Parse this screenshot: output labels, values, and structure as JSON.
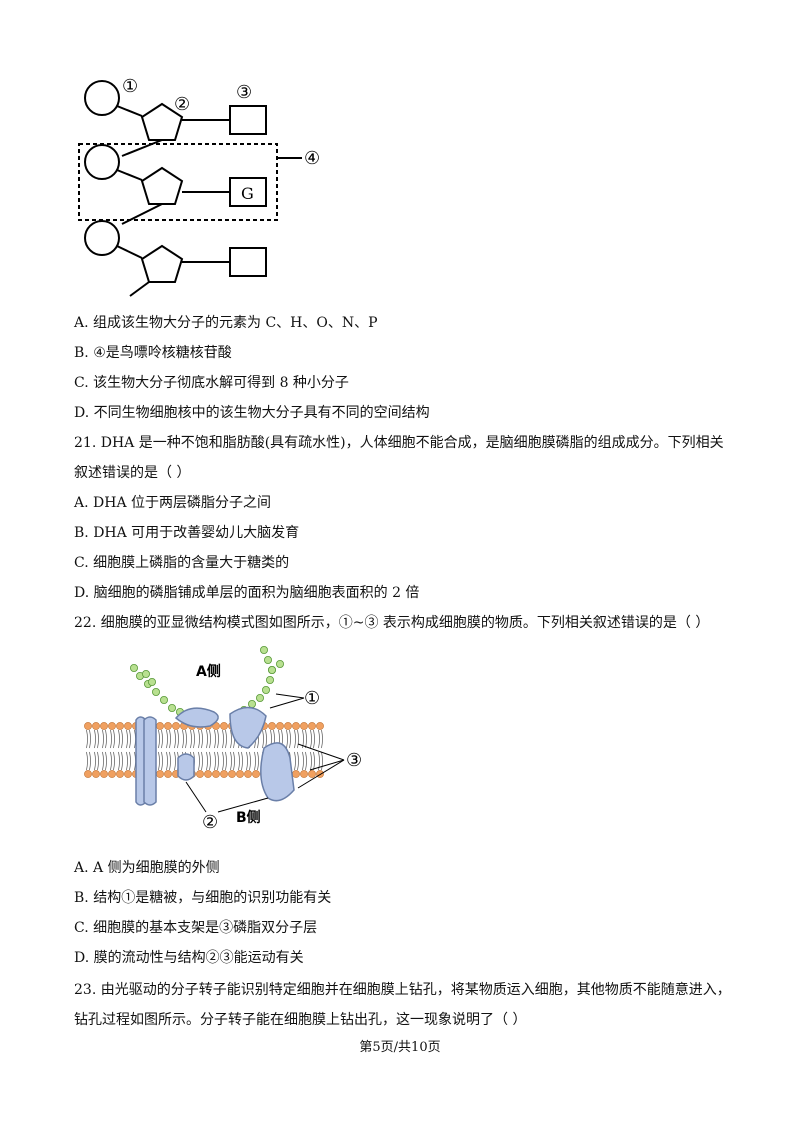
{
  "figure1": {
    "labels": {
      "l1": "①",
      "l2": "②",
      "l3": "③",
      "l4": "④",
      "base": "G"
    }
  },
  "q20_options": [
    "A.  组成该生物大分子的元素为 C、H、O、N、P",
    "B.  ④是鸟嘌呤核糖核苷酸",
    "C.  该生物大分子彻底水解可得到 8 种小分子",
    "D.  不同生物细胞核中的该生物大分子具有不同的空间结构"
  ],
  "q21": {
    "stem_line1": "21.  DHA 是一种不饱和脂肪酸(具有疏水性)，人体细胞不能合成，是脑细胞膜磷脂的组成成分。下列相关",
    "stem_line2": "叙述错误的是（        ）",
    "options": [
      "A.  DHA 位于两层磷脂分子之间",
      "B.  DHA 可用于改善婴幼儿大脑发育",
      "C.  细胞膜上磷脂的含量大于糖类的",
      "D.  脑细胞的磷脂铺成单层的面积为脑细胞表面积的 2 倍"
    ]
  },
  "q22": {
    "stem": "22.  细胞膜的亚显微结构模式图如图所示，①~③ 表示构成细胞膜的物质。下列相关叙述错误的是（        ）",
    "figure": {
      "side_a": "A侧",
      "side_b": "B侧",
      "l1": "①",
      "l2": "②",
      "l3": "③"
    },
    "options": [
      "A.  A 侧为细胞膜的外侧",
      "B.  结构①是糖被，与细胞的识别功能有关",
      "C.  细胞膜的基本支架是③磷脂双分子层",
      "D.  膜的流动性与结构②③能运动有关"
    ]
  },
  "q23": {
    "stem_line1": "23.  由光驱动的分子转子能识别特定细胞并在细胞膜上钻孔，将某物质运入细胞，其他物质不能随意进入，",
    "stem_line2": "钻孔过程如图所示。分子转子能在细胞膜上钻出孔，这一现象说明了（        ）"
  },
  "footer": "第5页/共10页",
  "colors": {
    "head": "#f0a060",
    "sugar": "#b8e090",
    "protein": "#b8c8e8"
  }
}
